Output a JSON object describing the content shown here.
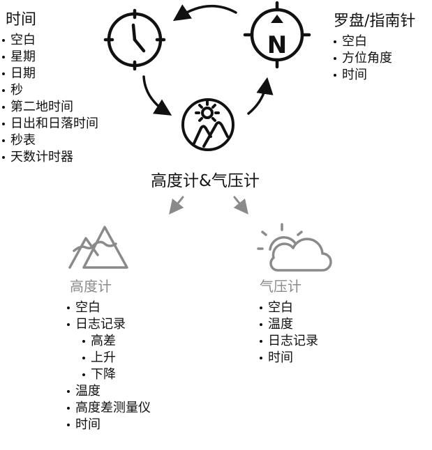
{
  "time": {
    "title": "时间",
    "items": [
      "空白",
      "星期",
      "日期",
      "秒",
      "第二地时间",
      "日出和日落时间",
      "秒表",
      "天数计时器"
    ]
  },
  "compass": {
    "title": "罗盘/指南针",
    "items": [
      "空白",
      "方位角度",
      "时间"
    ],
    "letter": "N"
  },
  "center": {
    "title": "高度计&气压计"
  },
  "altimeter": {
    "title": "高度计",
    "items_top": [
      "空白",
      "日志记录"
    ],
    "sub_items": [
      "高差",
      "上升",
      "下降"
    ],
    "items_bottom": [
      "温度",
      "高度差测量仪",
      "时间"
    ]
  },
  "barometer": {
    "title": "气压计",
    "items": [
      "空白",
      "温度",
      "日志记录",
      "时间"
    ]
  },
  "icons": [
    "clock-icon",
    "compass-icon",
    "sun-mountain-icon",
    "mountain-icon",
    "sun-cloud-icon"
  ],
  "colors": {
    "ink": "#111111",
    "muted": "#8a8a8a"
  }
}
